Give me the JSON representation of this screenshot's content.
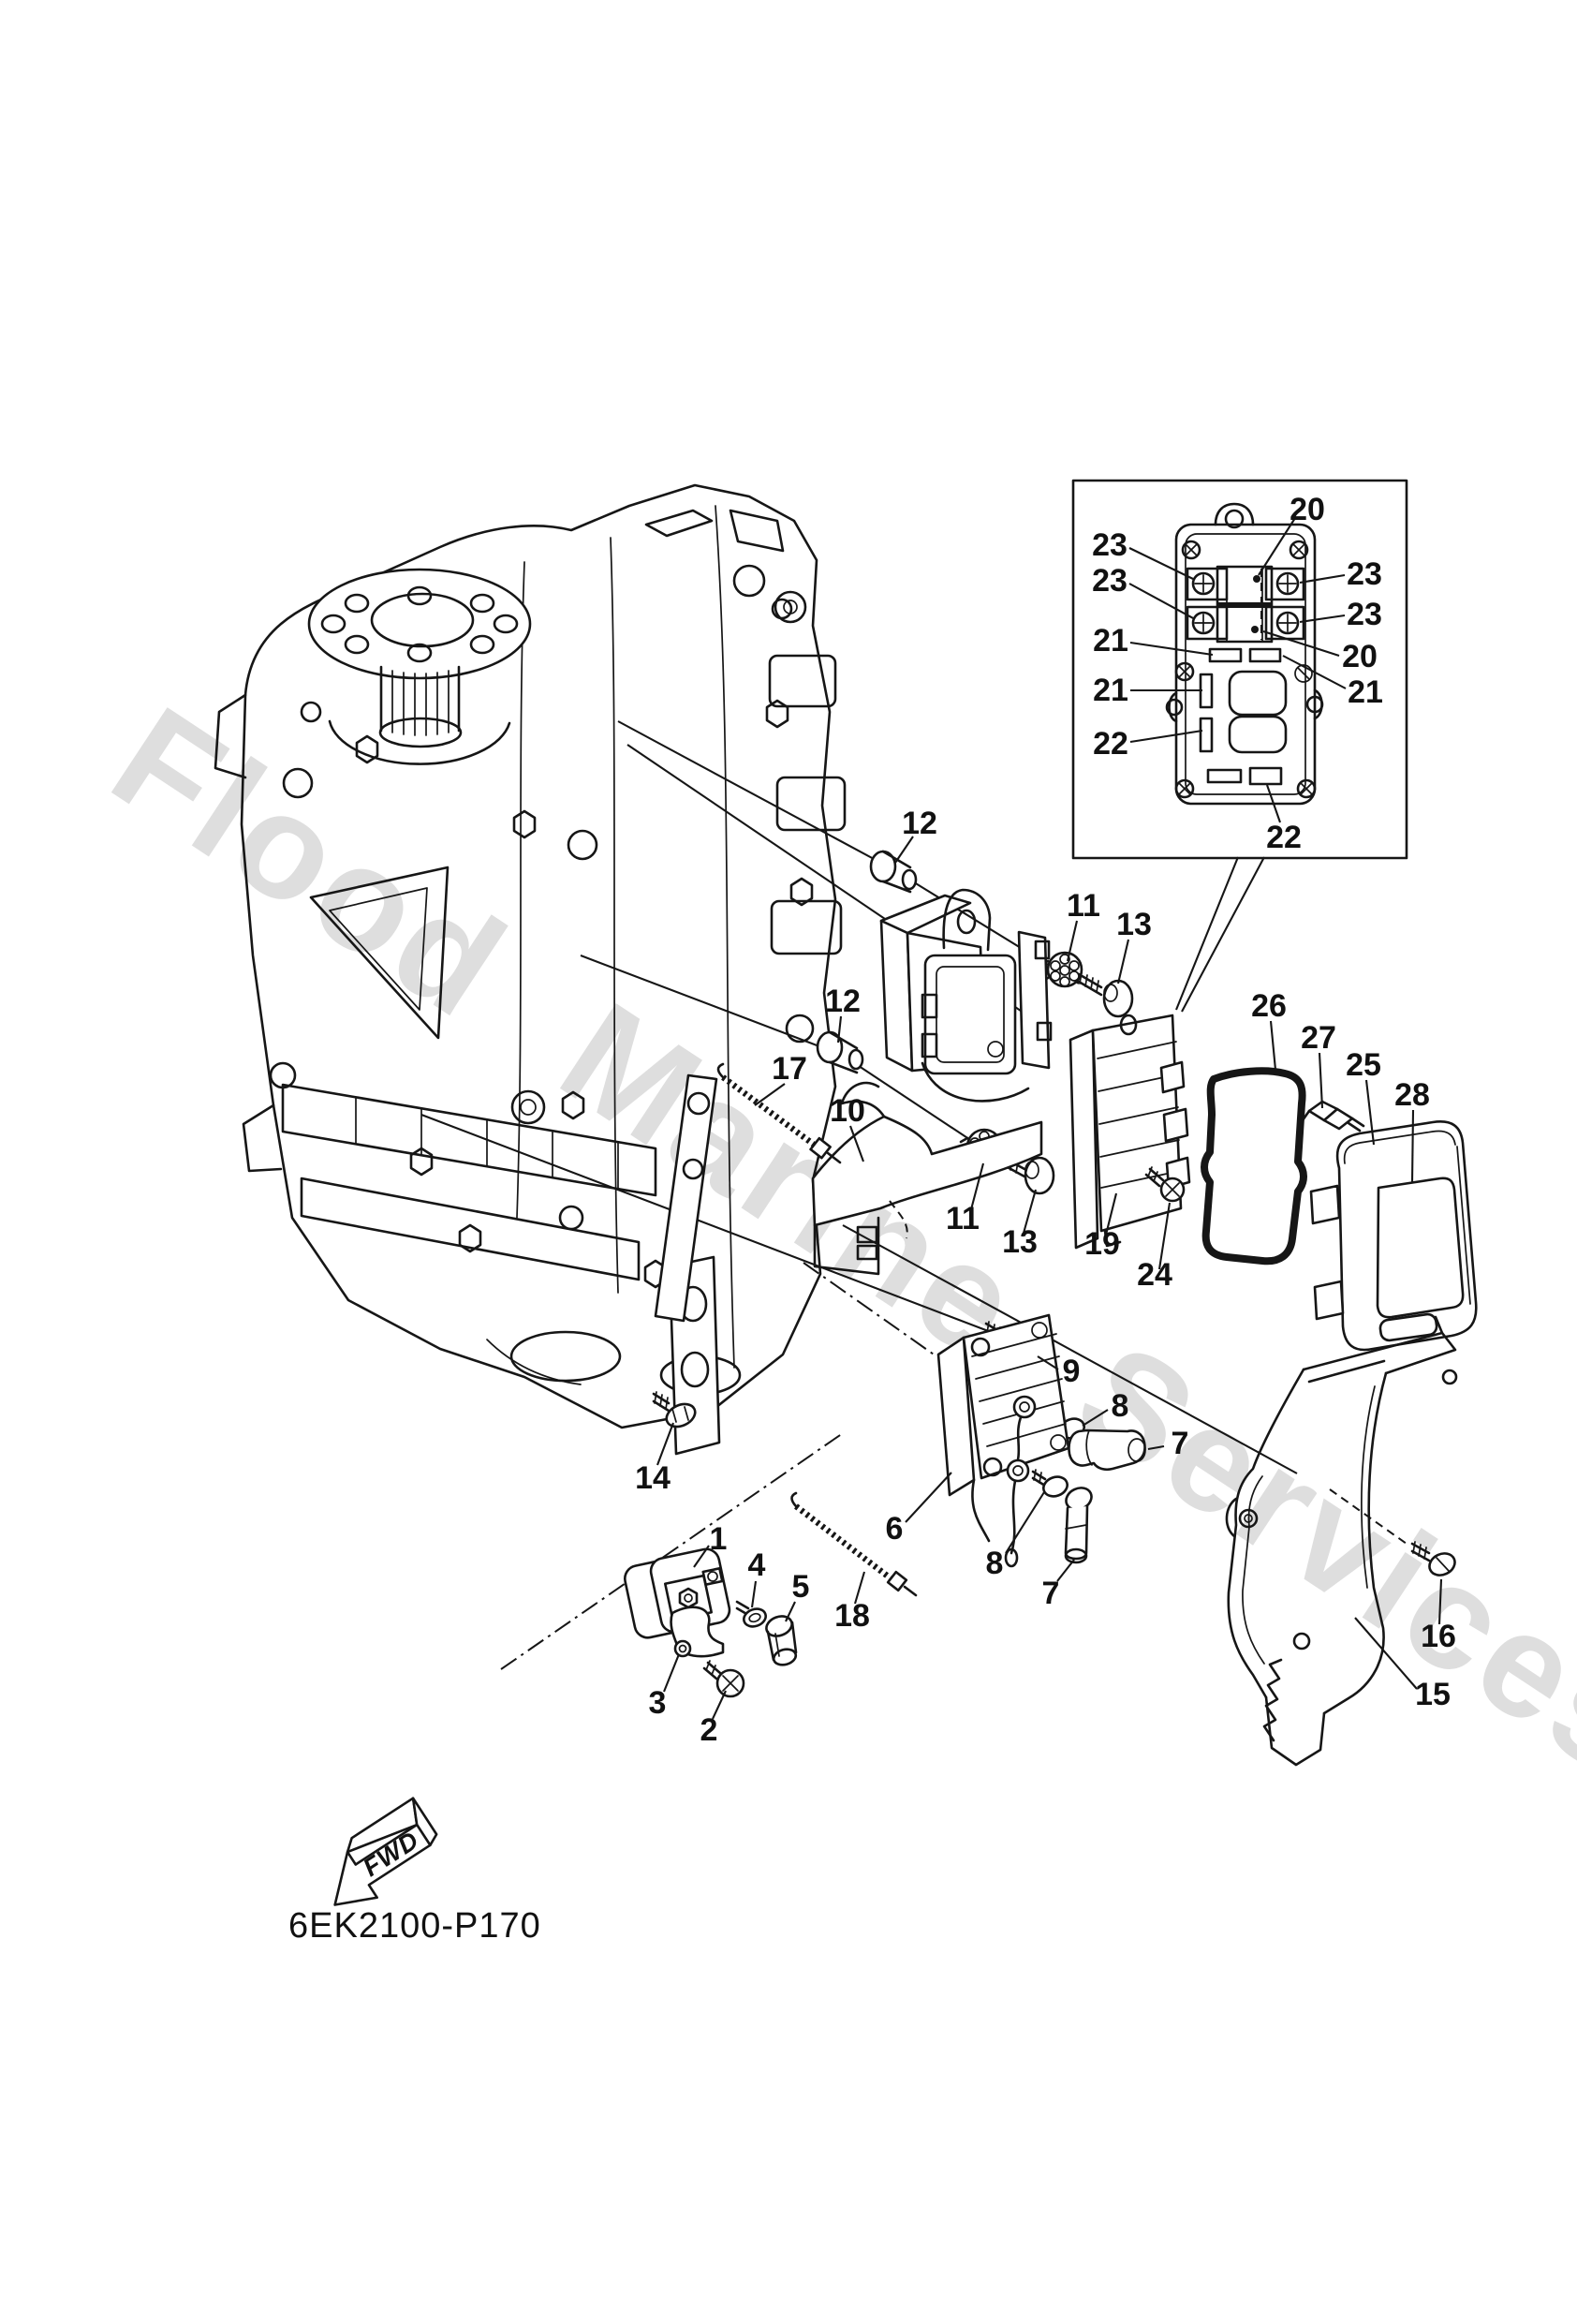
{
  "colors": {
    "background": "#ffffff",
    "line": "#161616",
    "watermark": "#c7c7c7"
  },
  "diagram": {
    "watermark_text": "Flood Marine Services",
    "drawing_code": "6EK2100-P170",
    "fwd_label": "FWD",
    "callouts": [
      "12",
      "11",
      "13",
      "12",
      "17",
      "10",
      "11",
      "13",
      "19",
      "24",
      "26",
      "27",
      "25",
      "28",
      "9",
      "8",
      "7",
      "14",
      "1",
      "4",
      "5",
      "18",
      "6",
      "8",
      "7",
      "3",
      "2",
      "16",
      "15"
    ],
    "inset_callouts": [
      "20",
      "23",
      "23",
      "23",
      "23",
      "21",
      "20",
      "21",
      "21",
      "22",
      "22"
    ]
  }
}
